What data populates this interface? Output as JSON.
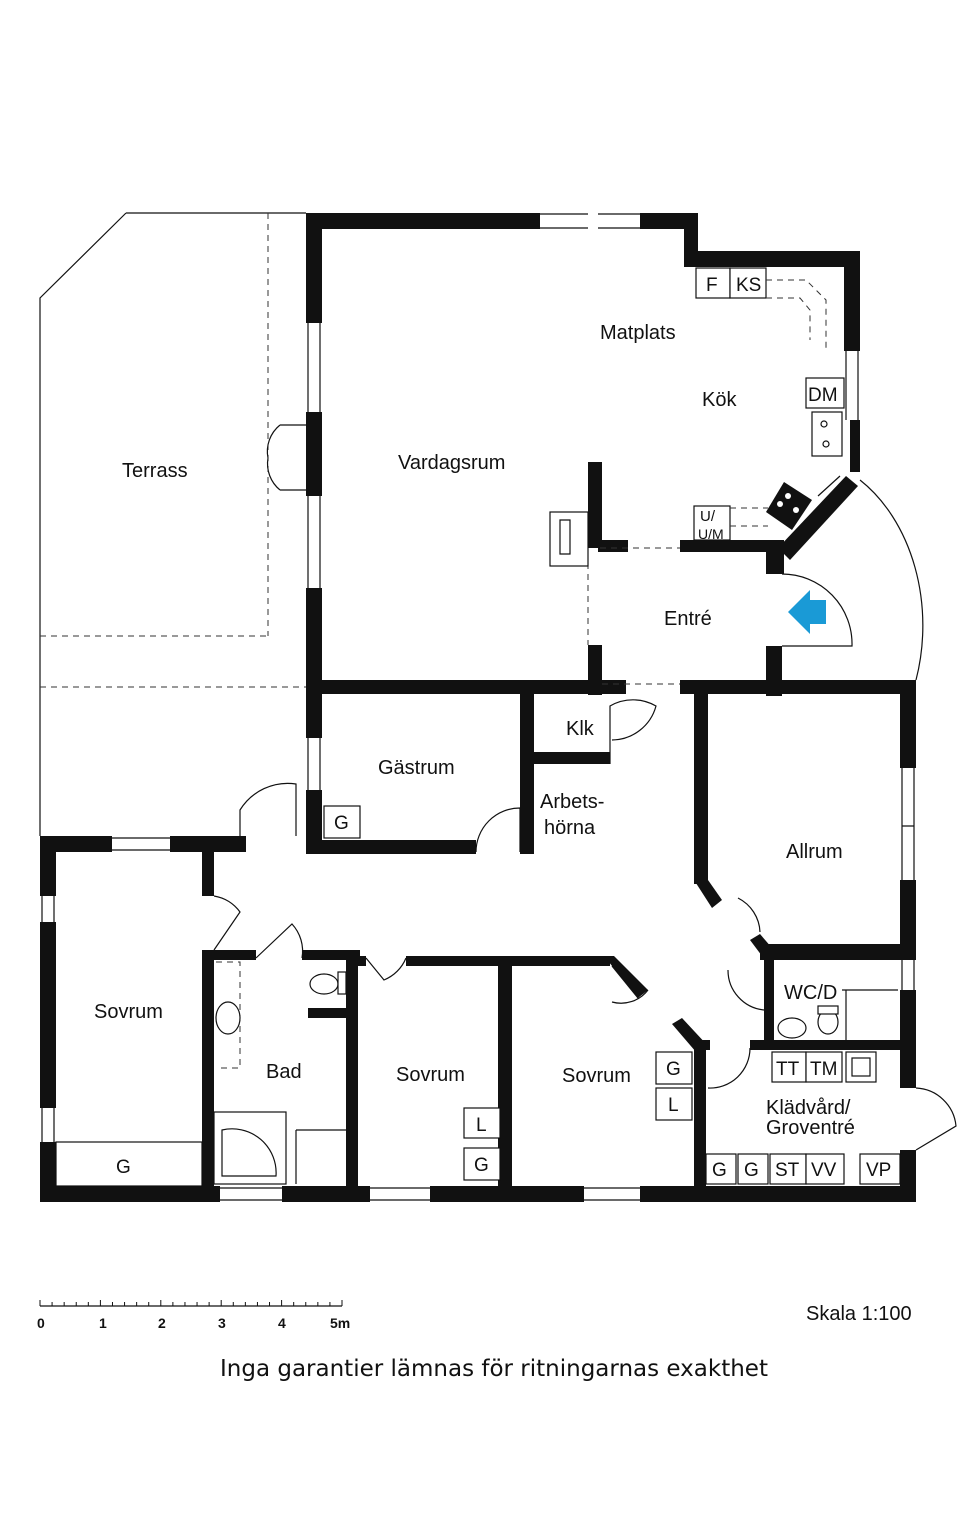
{
  "rooms": {
    "terrass": "Terrass",
    "vardagsrum": "Vardagsrum",
    "matplats": "Matplats",
    "kok": "Kök",
    "entre": "Entré",
    "klk": "Klk",
    "gastrum": "Gästrum",
    "arbets_1": "Arbets-",
    "arbets_2": "hörna",
    "allrum": "Allrum",
    "sovrum_1": "Sovrum",
    "bad": "Bad",
    "sovrum_2": "Sovrum",
    "sovrum_3": "Sovrum",
    "wcd": "WC/D",
    "kladvard_1": "Klädvård/",
    "kladvard_2": "Groventré"
  },
  "fixtures": {
    "f": "F",
    "ks": "KS",
    "dm": "DM",
    "u_1": "U/",
    "u_2": "U/M",
    "g_gastrum": "G",
    "g_sovrum1": "G",
    "l_sovrum2": "L",
    "g_sovrum2": "G",
    "g_sovrum3": "G",
    "l_sovrum3": "L",
    "tt": "TT",
    "tm": "TM",
    "g_kl1": "G",
    "g_kl2": "G",
    "st": "ST",
    "vv": "VV",
    "vp": "VP"
  },
  "scale": {
    "ticks": [
      "0",
      "1",
      "2",
      "3",
      "4",
      "5m"
    ],
    "label": "Skala 1:100"
  },
  "disclaimer": "Inga garantier lämnas för ritningarnas exakthet",
  "colors": {
    "wall": "#111111",
    "entry_arrow": "#1a9ad6"
  }
}
